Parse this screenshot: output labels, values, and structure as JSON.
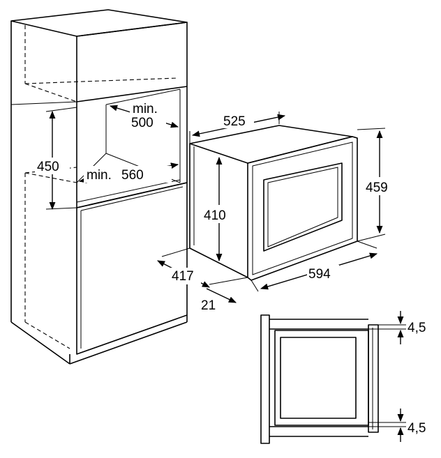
{
  "diagram": {
    "cabinet_labels": {
      "depth_min": "min.",
      "depth_value": "500",
      "height": "450",
      "width_min": "min.",
      "width_value": "560"
    },
    "appliance_labels": {
      "depth": "525",
      "height_body": "410",
      "height_front": "459",
      "width_front": "594",
      "side_depth": "417",
      "front_thickness": "21"
    },
    "section_labels": {
      "top_gap": "4,5",
      "bottom_gap": "4,5"
    }
  }
}
